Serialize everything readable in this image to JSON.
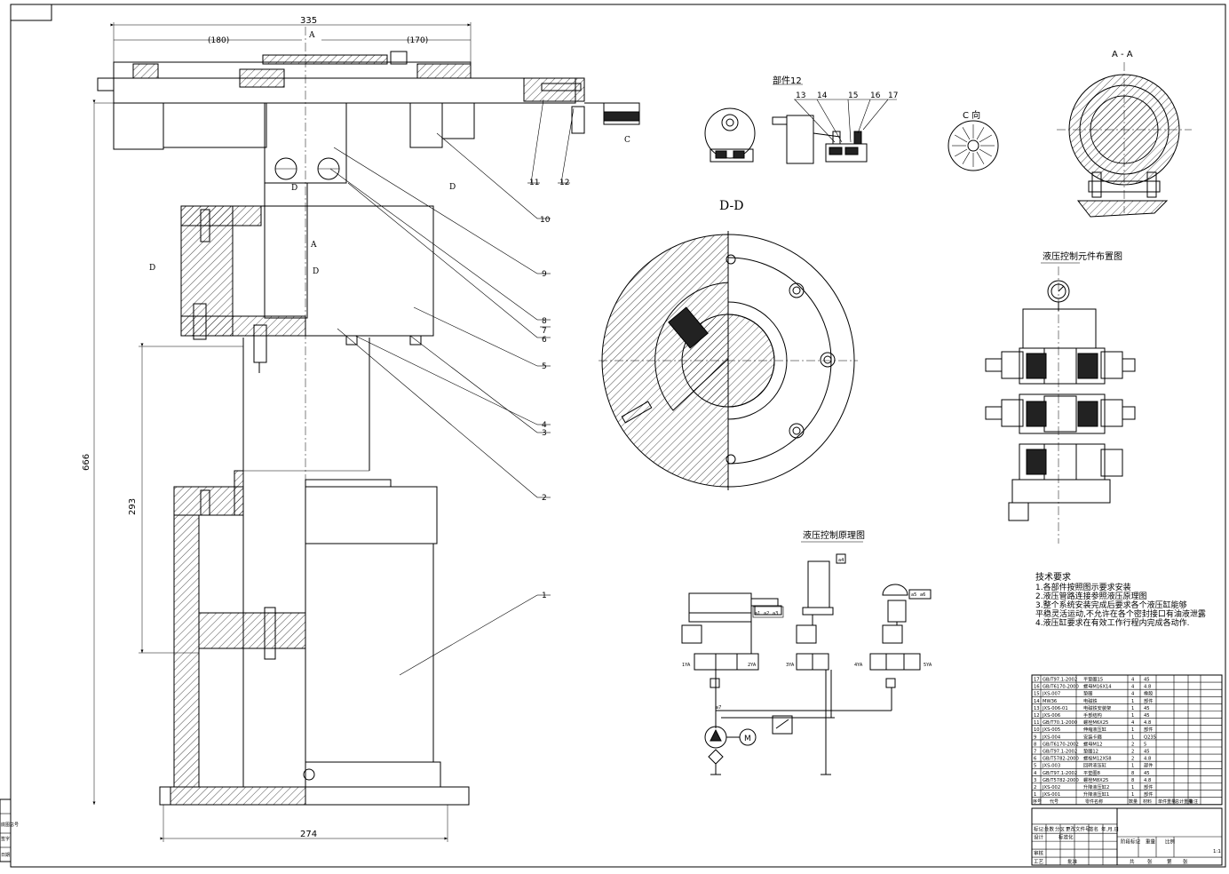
{
  "dims": {
    "total_width": "335",
    "left_span": "(180)",
    "right_span": "(170)",
    "total_height": "666",
    "mid_height": "293",
    "base_width": "274"
  },
  "section_marks": {
    "a": "A",
    "d": "D",
    "c": "C",
    "aa_title": "A - A",
    "dd_title": "D-D",
    "c_view_title": "C 向"
  },
  "callouts": [
    "1",
    "2",
    "3",
    "4",
    "5",
    "6",
    "7",
    "8",
    "9",
    "10",
    "11",
    "12"
  ],
  "subassembly": {
    "title": "部件12",
    "labels": [
      "13",
      "14",
      "15",
      "16",
      "17"
    ]
  },
  "layout_title": "液压控制元件布置图",
  "schematic": {
    "title": "液压控制原理图",
    "labels": [
      "1YA",
      "2YA",
      "3YA",
      "4YA",
      "5YA",
      "a1",
      "a2",
      "a3",
      "a4",
      "a5",
      "a6",
      "a7"
    ]
  },
  "tech": {
    "title": "技术要求",
    "lines": [
      "1.各部件按照图示要求安装",
      "2.液压管路连接参照液压原理图",
      "3.整个系统安装完成后要求各个液压缸能够",
      "平稳灵活运动,不允许在各个密封接口有油液泄露",
      "4.液压缸要求在有效工作行程内完成各动作."
    ]
  },
  "bom": {
    "rows": [
      [
        "17",
        "GB/T97.1-2002",
        "平垫圈15",
        "4",
        "45",
        ""
      ],
      [
        "16",
        "GB/T6170-2000",
        "螺母M16X14",
        "4",
        "4.8",
        ""
      ],
      [
        "15",
        "JXS-007",
        "垫圈",
        "4",
        "橡胶",
        ""
      ],
      [
        "14",
        "MW36",
        "电磁铁",
        "1",
        "部件",
        ""
      ],
      [
        "13",
        "JXS-006-01",
        "电磁铁安装架",
        "1",
        "45",
        ""
      ],
      [
        "12",
        "JXS-006",
        "手部结构",
        "1",
        "45",
        ""
      ],
      [
        "11",
        "GB/T70.1-2000",
        "螺栓M6X25",
        "4",
        "4.8",
        ""
      ],
      [
        "10",
        "JXS-005",
        "伸缩液压缸",
        "1",
        "部件",
        ""
      ],
      [
        "9",
        "JXS-004",
        "安装卡箍",
        "1",
        "Q235",
        ""
      ],
      [
        "8",
        "GB/T6170-2002",
        "螺母M12",
        "2",
        "5",
        ""
      ],
      [
        "7",
        "GB/T97.1-2002",
        "垫圈12",
        "2",
        "45",
        ""
      ],
      [
        "6",
        "GB/T5782-2000",
        "螺栓M12X58",
        "2",
        "4.8",
        ""
      ],
      [
        "5",
        "JXS-003",
        "回转液压缸",
        "1",
        "部件",
        ""
      ],
      [
        "4",
        "GB/T97.1-2002",
        "平垫圈8",
        "8",
        "45",
        ""
      ],
      [
        "3",
        "GB/T5782-2000",
        "螺栓M8X25",
        "8",
        "4.8",
        ""
      ],
      [
        "2",
        "JXS-002",
        "升降液压缸2",
        "1",
        "部件",
        ""
      ],
      [
        "1",
        "JXS-001",
        "升降液压缸1",
        "1",
        "部件",
        ""
      ]
    ],
    "header": [
      "序号",
      "代号",
      "零件名称",
      "数量",
      "材料",
      "单件重量",
      "总计重量",
      "备注"
    ],
    "title_block": [
      "标记",
      "处数",
      "分区",
      "更改文件号",
      "签名",
      "年.月.日",
      "设计",
      "标准化",
      "阶段标记",
      "重量",
      "比例",
      "审核",
      "工艺",
      "批准",
      "共",
      "张",
      "第",
      "张",
      "1:1"
    ]
  },
  "side_labels": [
    "底图总号",
    "签字",
    "日期"
  ]
}
